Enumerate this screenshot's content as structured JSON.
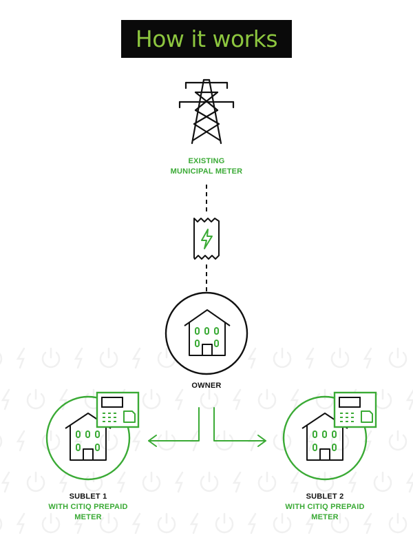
{
  "title": "How it works",
  "colors": {
    "accent": "#3aaa35",
    "title_text": "#8dc63f",
    "title_bg": "#0a0a0a",
    "line": "#111111",
    "watermark": "#f0f0f0"
  },
  "nodes": {
    "municipal": {
      "icon": "power-pylon-icon",
      "label_line1": "EXISTING",
      "label_line2": "MUNICIPAL METER"
    },
    "electricity": {
      "icon": "electricity-bill-icon"
    },
    "owner": {
      "icon": "house-icon",
      "label": "OWNER"
    },
    "sublet1": {
      "icon": "house-icon",
      "meter_icon": "prepaid-meter-icon",
      "label_line1": "SUBLET 1",
      "label_line2": "WITH CITIQ PREPAID",
      "label_line3": "METER"
    },
    "sublet2": {
      "icon": "house-icon",
      "meter_icon": "prepaid-meter-icon",
      "label_line1": "SUBLET 2",
      "label_line2": "WITH CITIQ PREPAID",
      "label_line3": "METER"
    }
  },
  "background_pattern": {
    "icons": [
      "power-icon",
      "lightning-icon"
    ]
  }
}
